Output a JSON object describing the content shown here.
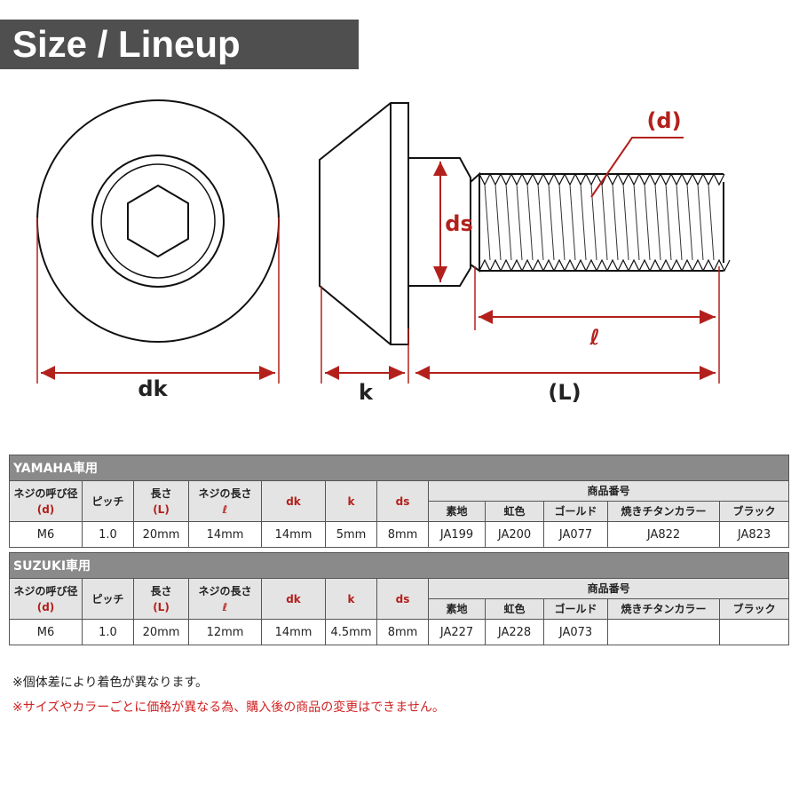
{
  "header": {
    "title": "Size / Lineup"
  },
  "diagram": {
    "labels": {
      "d": "(d)",
      "ds": "ds",
      "dk": "dk",
      "k": "k",
      "L": "(L)",
      "l": "ℓ"
    }
  },
  "tables": [
    {
      "maker": "YAMAHA車用",
      "headers": {
        "nominal": "ネジの呼び径",
        "nominal_sym": "(d)",
        "pitch": "ピッチ",
        "length": "長さ",
        "length_sym": "(L)",
        "thread_len": "ネジの長さ",
        "thread_sym": "ℓ",
        "dk": "dk",
        "k": "k",
        "ds": "ds",
        "product": "商品番号",
        "colors": [
          "素地",
          "虹色",
          "ゴールド",
          "焼きチタンカラー",
          "ブラック"
        ]
      },
      "row": {
        "d": "M6",
        "pitch": "1.0",
        "L": "20mm",
        "l": "14mm",
        "dk": "14mm",
        "k": "5mm",
        "ds": "8mm",
        "codes": [
          "JA199",
          "JA200",
          "JA077",
          "JA822",
          "JA823"
        ]
      }
    },
    {
      "maker": "SUZUKI車用",
      "headers": {
        "nominal": "ネジの呼び径",
        "nominal_sym": "(d)",
        "pitch": "ピッチ",
        "length": "長さ",
        "length_sym": "(L)",
        "thread_len": "ネジの長さ",
        "thread_sym": "ℓ",
        "dk": "dk",
        "k": "k",
        "ds": "ds",
        "product": "商品番号",
        "colors": [
          "素地",
          "虹色",
          "ゴールド",
          "焼きチタンカラー",
          "ブラック"
        ]
      },
      "row": {
        "d": "M6",
        "pitch": "1.0",
        "L": "20mm",
        "l": "12mm",
        "dk": "14mm",
        "k": "4.5mm",
        "ds": "8mm",
        "codes": [
          "JA227",
          "JA228",
          "JA073",
          "",
          ""
        ]
      }
    }
  ],
  "notes": {
    "note1": "※個体差により着色が異なります。",
    "note2": "※サイズやカラーごとに価格が異なる為、購入後の商品の変更はできません。"
  },
  "colors": {
    "accent": "#b3201c",
    "header_bg": "#4f4f4f",
    "table_head": "#8a8a8a"
  }
}
